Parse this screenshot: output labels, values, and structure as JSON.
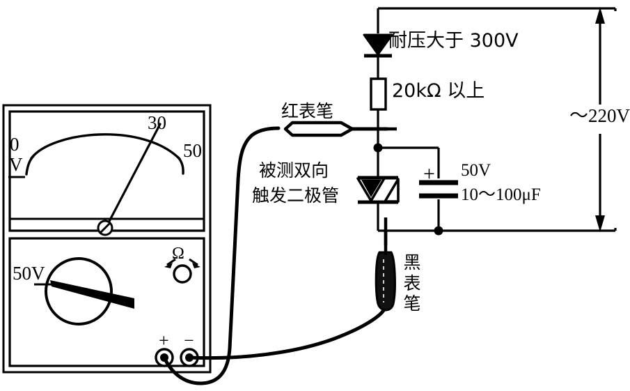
{
  "figure": {
    "kind": "circuit-diagram",
    "subject": "Testing a bidirectional trigger diode (DIAC) with an analog multimeter",
    "line_color": "#000000",
    "background_color": "#ffffff"
  },
  "meter": {
    "scale": {
      "min_label": "0",
      "mid_label": "30",
      "max_label": "50",
      "function_label": "V",
      "pointer_reading": 30
    },
    "selector": {
      "range_label": "50V"
    },
    "ohm_adjust": {
      "label": "Ω"
    },
    "terminals": {
      "positive": "+",
      "negative": "−"
    }
  },
  "probes": {
    "red": "红表笔",
    "black": "黑表笔"
  },
  "circuit": {
    "diode_label": "耐压大于 300V",
    "resistor_label": "20kΩ 以上",
    "diac_label_line1": "被测双向",
    "diac_label_line2": "触发二极管",
    "capacitor_voltage": "50V",
    "capacitor_value": "10～100μF",
    "capacitor_polarity": "+",
    "supply_label": "～220V"
  }
}
